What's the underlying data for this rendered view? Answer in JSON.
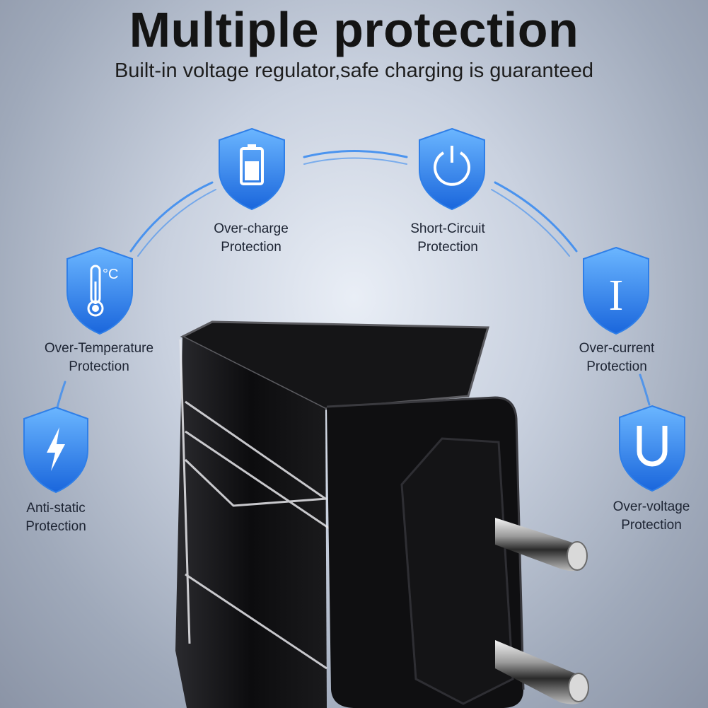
{
  "headline": "Multiple protection",
  "subheadline": "Built-in voltage regulator,safe charging is guaranteed",
  "colors": {
    "shield_top": "#5aa9ff",
    "shield_bottom": "#1f6fe0",
    "arc": "#3c8cf0",
    "charger": "#0d0d0f"
  },
  "features": [
    {
      "icon": "battery-icon",
      "line1": "Over-charge",
      "line2": "Protection"
    },
    {
      "icon": "power-icon",
      "line1": "Short-Circuit",
      "line2": "Protection"
    },
    {
      "icon": "thermometer-icon",
      "line1": "Over-Temperature",
      "line2": "Protection",
      "glyph": "°C"
    },
    {
      "icon": "current-icon",
      "line1": "Over-current",
      "line2": "Protection",
      "glyph": "I"
    },
    {
      "icon": "lightning-icon",
      "line1": "Anti-static",
      "line2": "Protection"
    },
    {
      "icon": "voltage-icon",
      "line1": "Over-voltage",
      "line2": "Protection",
      "glyph": "U"
    }
  ]
}
